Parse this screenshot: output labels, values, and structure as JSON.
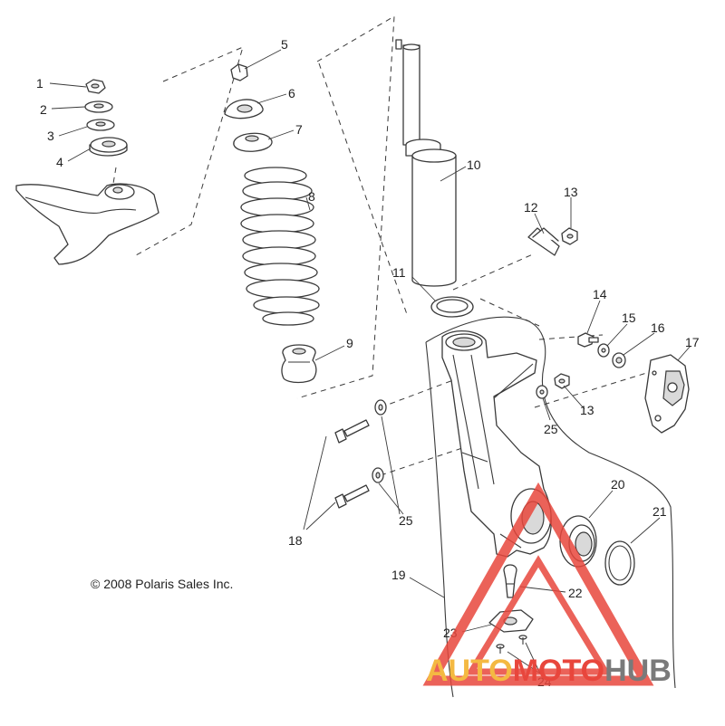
{
  "diagram": {
    "callouts": {
      "c1": "1",
      "c2": "2",
      "c3": "3",
      "c4": "4",
      "c5": "5",
      "c6": "6",
      "c7": "7",
      "c8": "8",
      "c9": "9",
      "c10": "10",
      "c11": "11",
      "c12": "12",
      "c13a": "13",
      "c13b": "13",
      "c14": "14",
      "c15": "15",
      "c16": "16",
      "c17": "17",
      "c18": "18",
      "c19": "19",
      "c20": "20",
      "c21": "21",
      "c22": "22",
      "c23": "23",
      "c24": "24",
      "c25a": "25",
      "c25b": "25"
    },
    "copyright": "© 2008 Polaris Sales Inc."
  },
  "watermark": {
    "word_auto": "AUTO",
    "word_moto": "MOTO",
    "word_hub": "HUB",
    "colors": {
      "triangle": "#e8463c",
      "auto": "#f4b942",
      "moto": "#e8463c",
      "hub": "#7a7a7a"
    }
  }
}
